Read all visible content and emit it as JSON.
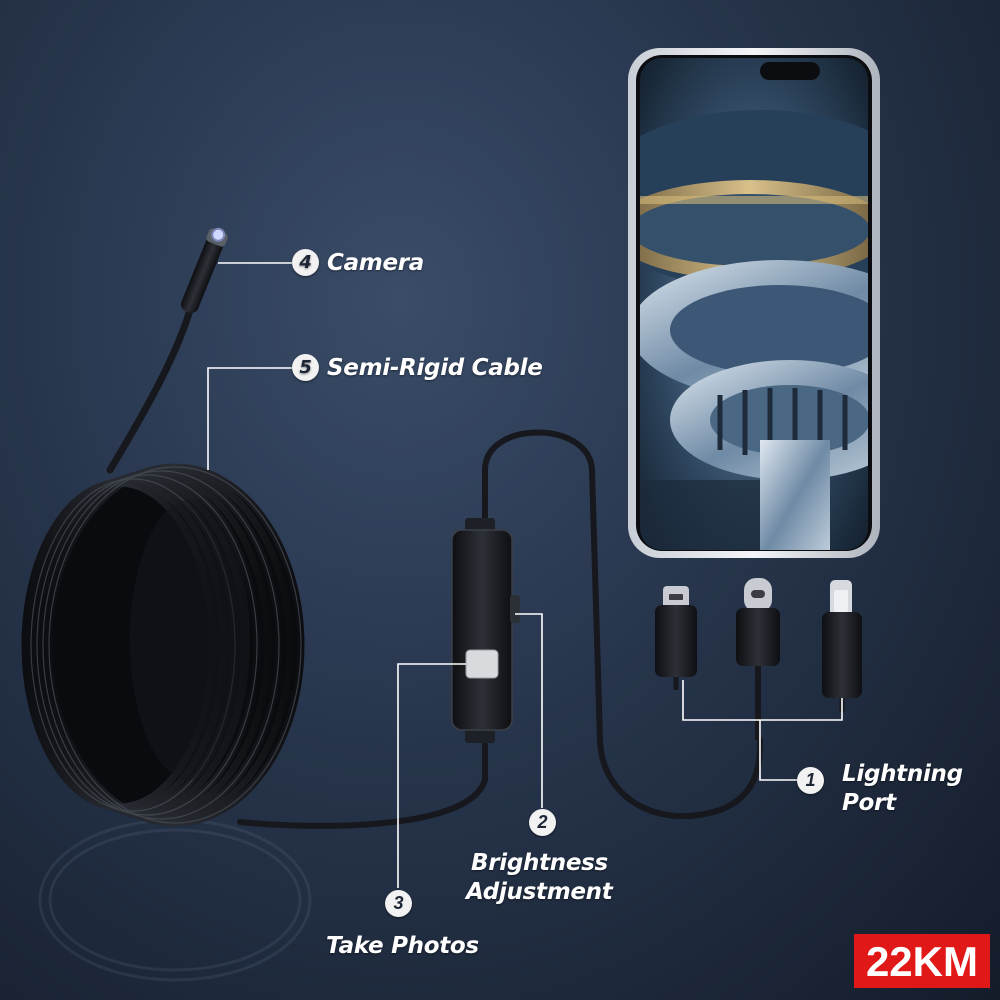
{
  "callouts": {
    "camera": {
      "number": "4",
      "label": "Camera"
    },
    "cable": {
      "number": "5",
      "label": "Semi-Rigid Cable"
    },
    "lightning": {
      "number": "1",
      "label_line1": "Lightning",
      "label_line2": "Port"
    },
    "brightness": {
      "number": "2",
      "label_line1": "Brightness",
      "label_line2": "Adjustment"
    },
    "photos": {
      "number": "3",
      "label": "Take Photos"
    }
  },
  "brand": {
    "label": "22KM"
  },
  "colors": {
    "brand_red": "#e11818",
    "background": "#27354c",
    "cable": "#1b1d22",
    "leader_line": "#ffffff"
  },
  "icons": [
    "phone-screen-gears",
    "micro-usb-adapter",
    "usb-c-adapter",
    "lightning-adapter",
    "camera-lens-led"
  ]
}
